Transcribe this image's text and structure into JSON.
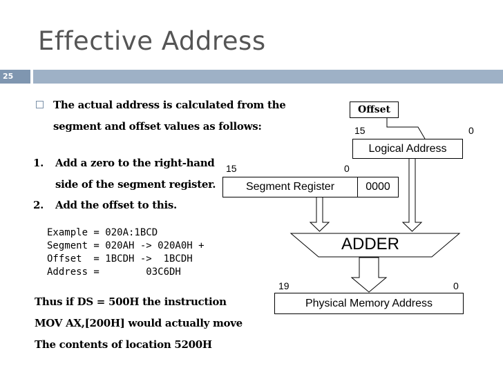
{
  "slide": {
    "title": "Effective Address",
    "page_number": "25",
    "bullet": [
      "The actual address is calculated from the",
      "segment and offset values as follows:"
    ],
    "steps": [
      {
        "num": "1.",
        "lines": [
          "Add a zero to the right-hand",
          "side of the segment register."
        ]
      },
      {
        "num": "2.",
        "lines": [
          "Add the offset to this."
        ]
      }
    ],
    "example": [
      "Example = 020A:1BCD",
      "Segment = 020AH -> 020A0H +",
      "Offset  = 1BCDH ->  1BCDH",
      "Address =        03C6DH"
    ],
    "conclusion": [
      "Thus if DS = 500H the instruction",
      "MOV AX,[200H] would actually move",
      "The contents of location 5200H"
    ]
  },
  "diagram": {
    "offset_label": "Offset",
    "offset_hi": "15",
    "offset_lo": "0",
    "logical_address": "Logical Address",
    "segment_hi": "15",
    "segment_lo": "0",
    "segment_register": "Segment Register",
    "segment_zeros": "0000",
    "adder": "ADDER",
    "physical_hi": "19",
    "physical_lo": "0",
    "physical_address": "Physical Memory Address"
  }
}
